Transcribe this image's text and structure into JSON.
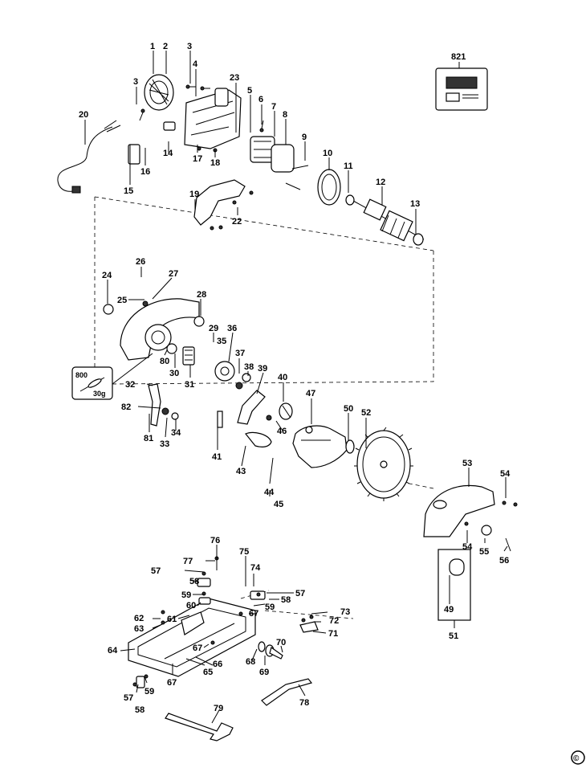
{
  "labels": {
    "1": "1",
    "2": "2",
    "3a": "3",
    "3b": "3",
    "4": "4",
    "5": "5",
    "6": "6",
    "7": "7",
    "8": "8",
    "9": "9",
    "10": "10",
    "11": "11",
    "12": "12",
    "13": "13",
    "14": "14",
    "15": "15",
    "16": "16",
    "17": "17",
    "18": "18",
    "19": "19",
    "20": "20",
    "22": "22",
    "23": "23",
    "24": "24",
    "25": "25",
    "26": "26",
    "27": "27",
    "28": "28",
    "29": "29",
    "30": "30",
    "31": "31",
    "32": "32",
    "33": "33",
    "34": "34",
    "35": "35",
    "36": "36",
    "37": "37",
    "38": "38",
    "39": "39",
    "40": "40",
    "41": "41",
    "43": "43",
    "44": "44",
    "45": "45",
    "46": "46",
    "47": "47",
    "49": "49",
    "50": "50",
    "51": "51",
    "52": "52",
    "53": "53",
    "54a": "54",
    "54b": "54",
    "55": "55",
    "56": "56",
    "57a": "57",
    "57b": "57",
    "57c": "57",
    "58a": "58",
    "58b": "58",
    "58c": "58",
    "59a": "59",
    "59b": "59",
    "59c": "59",
    "60": "60",
    "61": "61",
    "62": "62",
    "63": "63",
    "64": "64",
    "65": "65",
    "66": "66",
    "67a": "67",
    "67b": "67",
    "67c": "67",
    "68": "68",
    "69": "69",
    "70": "70",
    "71": "71",
    "72": "72",
    "73": "73",
    "74": "74",
    "75": "75",
    "76": "76",
    "77": "77",
    "78": "78",
    "79": "79",
    "80": "80",
    "81": "81",
    "82": "82",
    "821": "821"
  },
  "grease_box": {
    "code": "800",
    "weight": "30g"
  },
  "copyright": "©"
}
